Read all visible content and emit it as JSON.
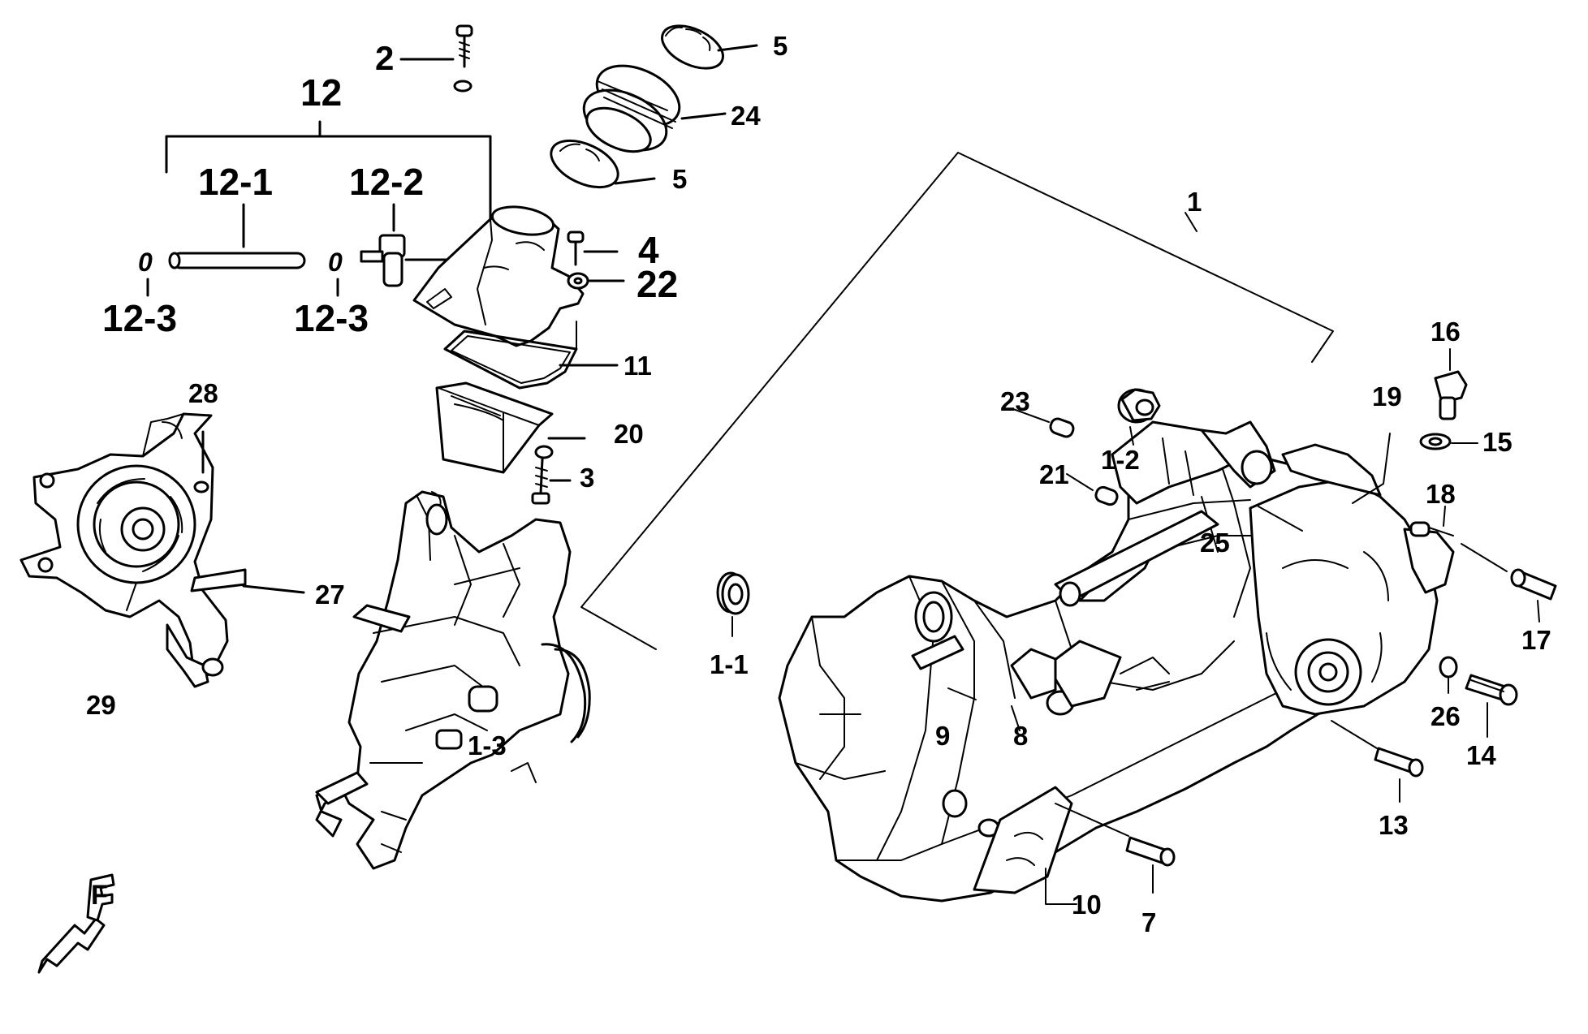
{
  "diagram": {
    "callouts": {
      "c1": "1",
      "c1_1": "1-1",
      "c1_2": "1-2",
      "c1_3": "1-3",
      "c2": "2",
      "c3": "3",
      "c4": "4",
      "c5a": "5",
      "c5b": "5",
      "c7": "7",
      "c8": "8",
      "c9": "9",
      "c10": "10",
      "c11": "11",
      "c12": "12",
      "c12_1": "12-1",
      "c12_2": "12-2",
      "c12_3a": "12-3",
      "c12_3b": "12-3",
      "c13": "13",
      "c14": "14",
      "c15": "15",
      "c16": "16",
      "c17": "17",
      "c18": "18",
      "c19": "19",
      "c20": "20",
      "c21": "21",
      "c22": "22",
      "c23": "23",
      "c24": "24",
      "c25": "25",
      "c26": "26",
      "c27": "27",
      "c28": "28",
      "c29": "29",
      "oring_a": "0",
      "oring_b": "0"
    },
    "front_marker_letter": "F"
  }
}
